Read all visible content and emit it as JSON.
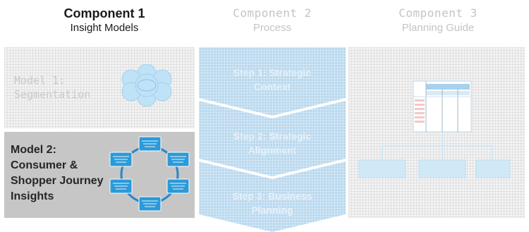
{
  "components": [
    {
      "title": "Component 1",
      "subtitle": "Insight Models"
    },
    {
      "title": "Component 2",
      "subtitle": "Process"
    },
    {
      "title": "Component 3",
      "subtitle": "Planning Guide"
    }
  ],
  "models": {
    "model1": {
      "line1": "Model 1:",
      "line2": "Segmentation"
    },
    "model2": {
      "line1": "Model 2:",
      "line2": "Consumer &",
      "line3": "Shopper Journey",
      "line4": "Insights"
    }
  },
  "process_steps": [
    {
      "line1": "Step 1: Strategic",
      "line2": "Context"
    },
    {
      "line1": "Step 2: Strategic",
      "line2": "Alignment"
    },
    {
      "line1": "Step 3: Business",
      "line2": "Planning"
    }
  ],
  "colors": {
    "bold_text": "#1a1a1a",
    "faded_text": "#c4c4c4",
    "model2_bg": "#c6c6c6",
    "process_blue": "#b9d8ee",
    "cycle_node": "#2b9ad8",
    "cycle_ring": "#2a86c6"
  }
}
